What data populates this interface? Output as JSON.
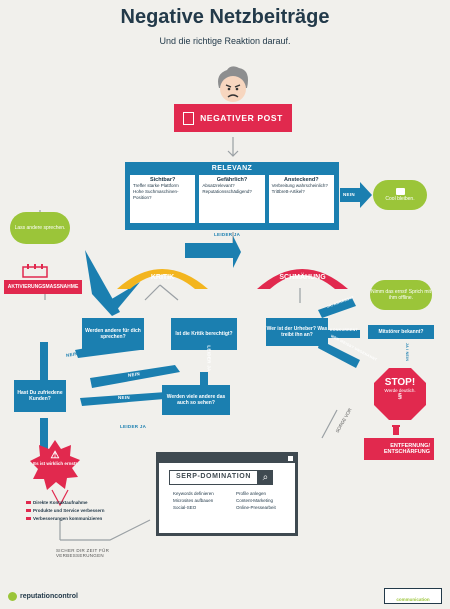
{
  "title": "Negative Netzbeiträge",
  "subtitle": "Und die richtige Reaktion darauf.",
  "top_box": "NEGATIVER POST",
  "relevanz": {
    "label": "RELEVANZ",
    "cols": [
      {
        "title": "Sichtbar?",
        "items": [
          "Treffer starke Plattform",
          "Hohe Suchmaschinen-Position?"
        ]
      },
      {
        "title": "Gefährlich?",
        "items": [
          "Absatzrelevant?",
          "Reputationsschädigend?"
        ]
      },
      {
        "title": "Ansteckend?",
        "items": [
          "Verbreitung wahrscheinlich?",
          "Trittbrett-Artikel?"
        ]
      }
    ],
    "nein": "NEIN",
    "leider_ja": "LEIDER JA"
  },
  "cool_bleiben": "Cool bleiben.",
  "kritik": "KRITIK",
  "schmaehung": "SCHMÄHUNG",
  "lass_andere": "Lass andere sprechen.",
  "aktivierungsmassnahme": "AKTIVIERUNGSMASSNAHME",
  "werden_andere": "Werden andere für dich sprechen?",
  "ist_kritik": "Ist die Kritik berechtigt?",
  "werden_viele": "Werden viele andere das auch so sehen?",
  "hast_du": "Hast Du zufriedene Kunden?",
  "wer_ist": "Wer ist der Urheber? Was treibt ihn an?",
  "mitstoerer": "Mitstörer bekannt?",
  "nimm_das": "Nimm das ernst! Sprich mit ihm offline.",
  "stop": "STOP!",
  "stop_sub": "Werde deutlich.",
  "paragraph": "§",
  "entfernung": "ENTFERNUNG/ ENTSCHÄRFUNG",
  "es_ist": "Es ist wirklich ernst!",
  "actions": [
    "Direkte Kontaktaufnahme",
    "Produkte und Service verbessern",
    "Verbesserungen kommunizieren"
  ],
  "serp_title": "SERP-DOMINATION",
  "serp_items": [
    "Keywords definieren",
    "Profile anlegen",
    "Microsites aufbauen",
    "Content-Marketing",
    "Social-SEO",
    "Online-Pressearbeit"
  ],
  "sicher_dir": "SICHER DIR ZEIT FÜR VERBESSERUNGEN",
  "sorge_vor": "SORGE VOR",
  "labels": {
    "ja": "JA",
    "nein": "NEIN",
    "leider_ja": "LEIDER JA",
    "ja_bitte": "JA BITTE",
    "ja_adressat": "JA, ADRESSAT",
    "konkurrent": "KONKURRENT",
    "wer_weiss": "WER WEISS? UNGENANNT",
    "ja_nein": "JA / NEIN"
  },
  "footer_left": "reputationcontrol",
  "footer_right": "communication",
  "colors": {
    "pink": "#e1294e",
    "blue": "#1b7fb0",
    "yellow": "#f3b51e",
    "green": "#9bc539",
    "dark": "#233a4a",
    "grey": "#9aa0a4"
  }
}
